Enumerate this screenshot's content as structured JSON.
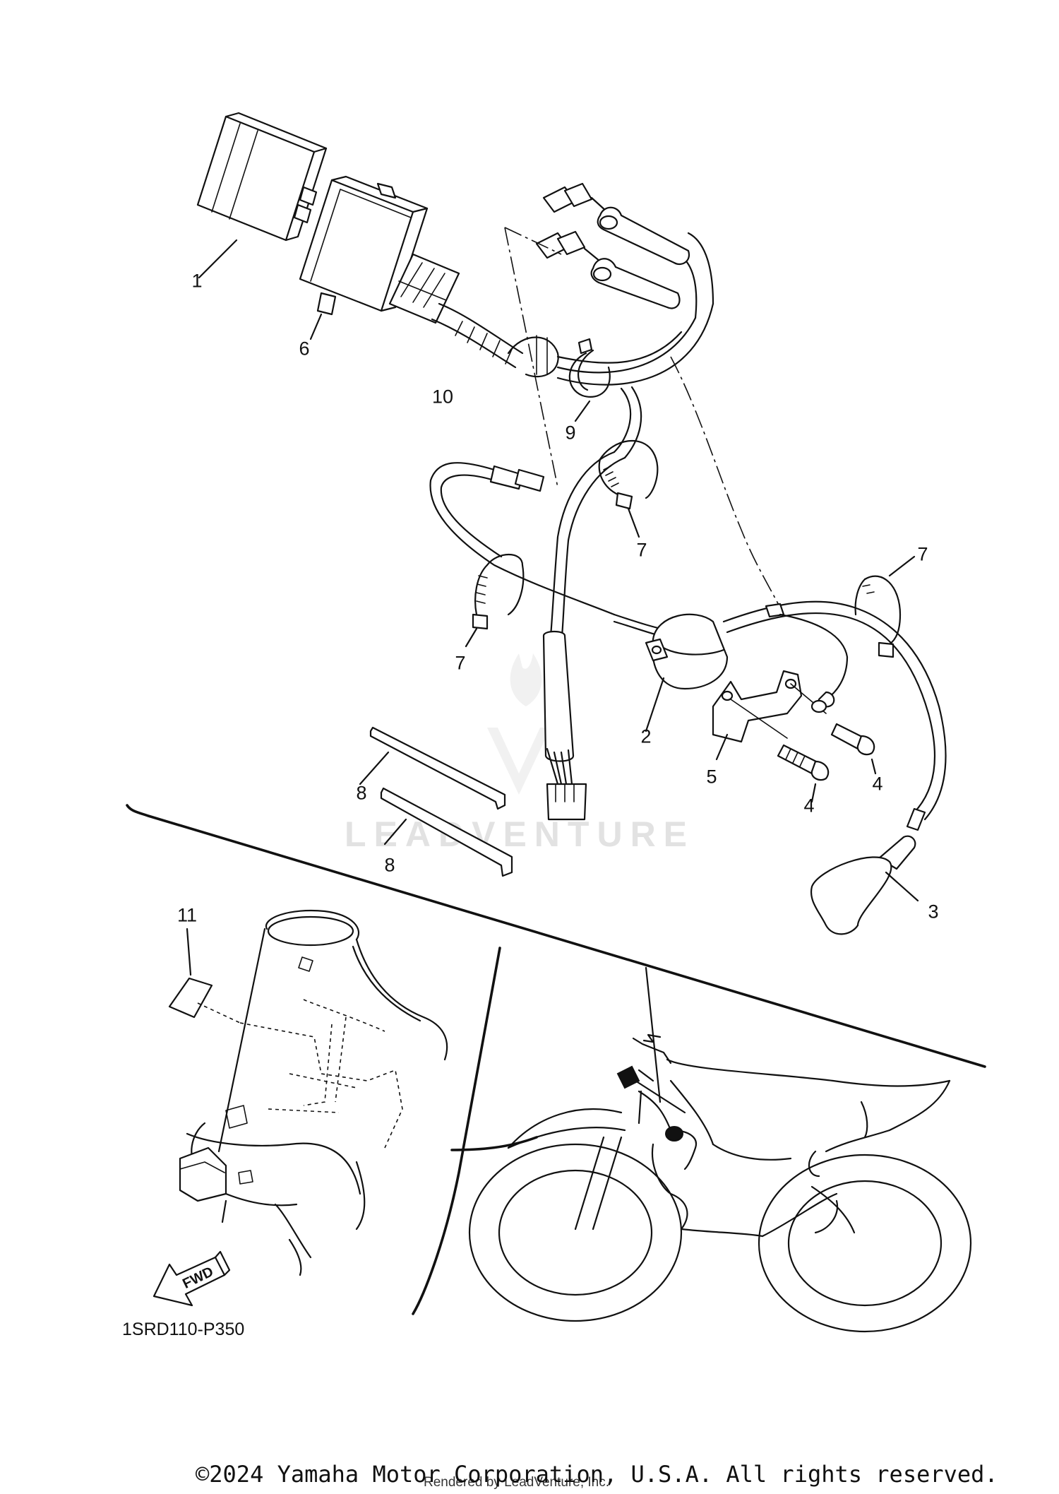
{
  "callouts": {
    "c1": "1",
    "c6": "6",
    "c10": "10",
    "c9": "9",
    "c7a": "7",
    "c7b": "7",
    "c7c": "7",
    "c2": "2",
    "c5": "5",
    "c4a": "4",
    "c4b": "4",
    "c8a": "8",
    "c8b": "8",
    "c3": "3",
    "c11": "11"
  },
  "fwd_label": "FWD",
  "diagram_code": "1SRD110-P350",
  "copyright": "©2024 Yamaha Motor Corporation, U.S.A. All rights reserved.",
  "rendered_by": "Rendered by LeadVenture, Inc.",
  "watermark": "LEADVENTURE",
  "colors": {
    "line": "#111111",
    "watermark": "#e2e2e2",
    "background": "#ffffff"
  }
}
